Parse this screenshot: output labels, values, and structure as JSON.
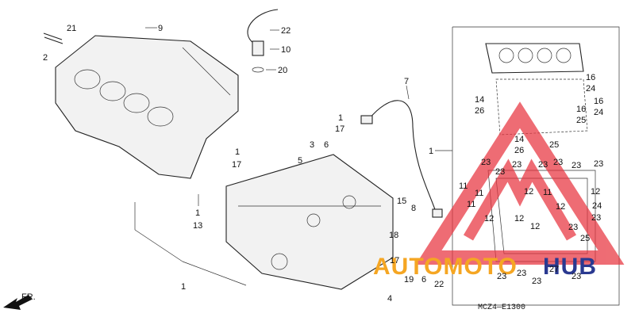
{
  "diagram_code": "MCZ4—E1300",
  "watermark": {
    "left": "AUTOMOTO",
    "right": "HUB",
    "left_color": "#f5a623",
    "right_color": "#2a3990",
    "logo_color": "#e8343f"
  },
  "direction_label": "FR.",
  "callouts": {
    "upper": [
      "21",
      "9",
      "2",
      "22",
      "10",
      "20",
      "7"
    ],
    "right_box": [
      "1",
      "16",
      "24",
      "14",
      "26",
      "16",
      "24",
      "16",
      "25",
      "14",
      "26",
      "25",
      "23",
      "23",
      "23",
      "23",
      "23",
      "23",
      "11",
      "11",
      "12",
      "11",
      "12",
      "11",
      "12",
      "12",
      "24",
      "12",
      "12",
      "23",
      "23",
      "25",
      "23",
      "23",
      "23",
      "27",
      "23",
      "23"
    ],
    "lower": [
      "1",
      "17",
      "3",
      "6",
      "1",
      "17",
      "5",
      "1",
      "13",
      "15",
      "8",
      "18",
      "17",
      "19",
      "6",
      "22",
      "4",
      "1"
    ]
  }
}
